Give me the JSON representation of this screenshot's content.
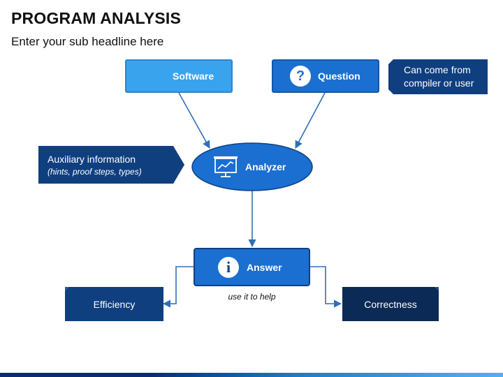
{
  "title": "PROGRAM ANALYSIS",
  "subtitle": "Enter your sub headline here",
  "nodes": {
    "software": {
      "label": "Software",
      "icon": "software-gears-icon"
    },
    "question": {
      "label": "Question",
      "icon": "question-mark-icon",
      "icon_glyph": "?"
    },
    "question_note": {
      "line1": "Can come from",
      "line2": "compiler or user"
    },
    "aux_note": {
      "line1": "Auxiliary information",
      "line2": "(hints, proof steps, types)"
    },
    "analyzer": {
      "label": "Analyzer",
      "icon": "presentation-chart-icon"
    },
    "answer": {
      "label": "Answer",
      "icon": "info-icon",
      "icon_glyph": "i",
      "caption": "use it to help"
    },
    "efficiency": {
      "label": "Efficiency"
    },
    "correctness": {
      "label": "Correctness"
    }
  },
  "colors": {
    "light_blue": "#3aa3ee",
    "mid_blue": "#1a6fd1",
    "dark_navy": "#0f3f7f",
    "darkest_navy": "#0b2a55",
    "connector": "#2f6fb5"
  }
}
